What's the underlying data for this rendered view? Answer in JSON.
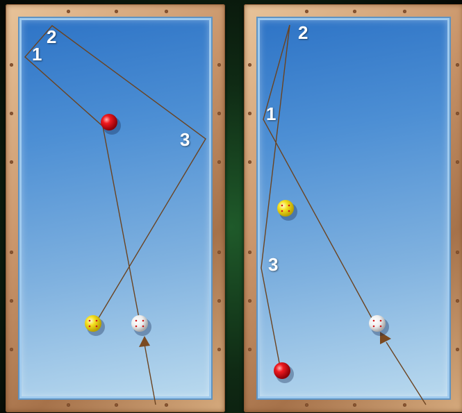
{
  "colors": {
    "path": "#6b4320",
    "arrow": "#7a4a22",
    "red_ball": "#e0121a",
    "yellow_ball": "#f2dc1a",
    "white_ball": "#f4f4f4"
  },
  "left_diagram": {
    "labels": {
      "one": "1",
      "two": "2",
      "three": "3"
    },
    "balls": [
      "red-ball",
      "yellow-ball",
      "cue-ball"
    ]
  },
  "right_diagram": {
    "labels": {
      "one": "1",
      "two": "2",
      "three": "3"
    },
    "balls": [
      "red-ball",
      "yellow-ball",
      "cue-ball"
    ]
  }
}
